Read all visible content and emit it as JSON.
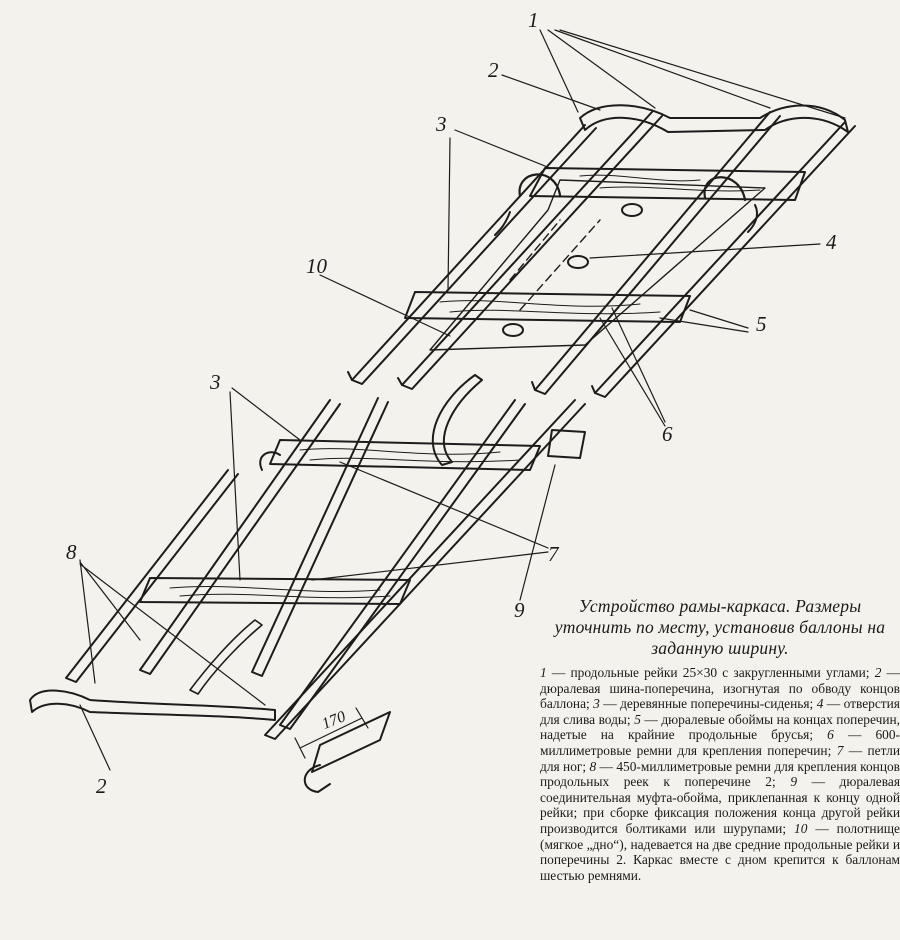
{
  "callouts": [
    {
      "id": "1",
      "label": "1"
    },
    {
      "id": "2a",
      "label": "2"
    },
    {
      "id": "2b",
      "label": "2"
    },
    {
      "id": "3a",
      "label": "3"
    },
    {
      "id": "3b",
      "label": "3"
    },
    {
      "id": "4",
      "label": "4"
    },
    {
      "id": "5",
      "label": "5"
    },
    {
      "id": "6",
      "label": "6"
    },
    {
      "id": "7",
      "label": "7"
    },
    {
      "id": "8",
      "label": "8"
    },
    {
      "id": "9",
      "label": "9"
    },
    {
      "id": "10",
      "label": "10"
    }
  ],
  "dimension": "170",
  "caption": {
    "title": "Устройство рамы-каркаса. Размеры уточнить по месту, установив баллоны на заданную ширину.",
    "items": [
      {
        "num": "1",
        "text": "продольные рейки 25×30 с закругленными углами;"
      },
      {
        "num": "2",
        "text": "дюралевая шина-поперечина, изогнутая по обводу концов баллона;"
      },
      {
        "num": "3",
        "text": "деревянные поперечины-сиденья;"
      },
      {
        "num": "4",
        "text": "отверстия для слива воды;"
      },
      {
        "num": "5",
        "text": "дюралевые обоймы на концах поперечин, надетые на крайние продольные брусья;"
      },
      {
        "num": "6",
        "text": "600-миллиметровые ремни для крепления поперечин;"
      },
      {
        "num": "7",
        "text": "петли для ног;"
      },
      {
        "num": "8",
        "text": "450-миллиметровые ремни для крепления концов продольных реек к поперечине 2;"
      },
      {
        "num": "9",
        "text": "дюралевая соединительная муфта-обойма, приклепанная к концу одной рейки; при сборке фиксация положения конца другой рейки производится болтиками или шурупами;"
      },
      {
        "num": "10",
        "text": "полотнище (мягкое „дно“), надевается на две средние продольные рейки и поперечины 2. Каркас вместе с дном крепится к баллонам шестью ремнями."
      }
    ]
  }
}
